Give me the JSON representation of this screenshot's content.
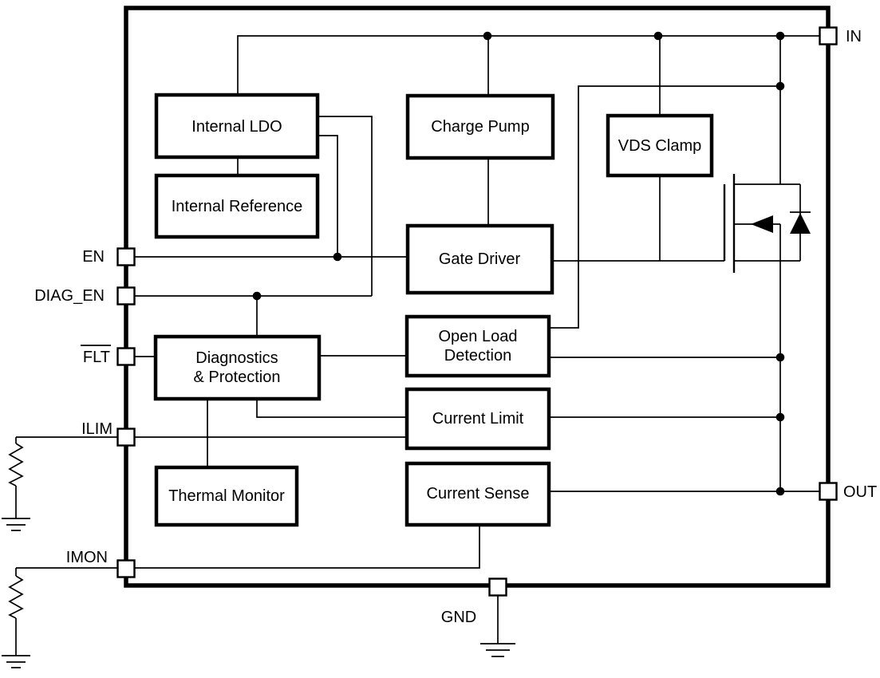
{
  "diagram": {
    "description": "Smart high-side switch functional block diagram",
    "colors": {
      "line": "#000000",
      "background": "#ffffff",
      "text": "#000000"
    },
    "blocks": {
      "internal_ldo": {
        "label": "Internal LDO"
      },
      "internal_reference": {
        "label": "Internal Reference"
      },
      "charge_pump": {
        "label": "Charge Pump"
      },
      "vds_clamp": {
        "label": "VDS Clamp"
      },
      "gate_driver": {
        "label": "Gate Driver"
      },
      "open_load_detection": {
        "line1": "Open Load",
        "line2": "Detection"
      },
      "diagnostics_protection": {
        "line1": "Diagnostics",
        "line2": "& Protection"
      },
      "current_limit": {
        "label": "Current Limit"
      },
      "thermal_monitor": {
        "label": "Thermal Monitor"
      },
      "current_sense": {
        "label": "Current Sense"
      }
    },
    "pins": {
      "in": {
        "label": "IN"
      },
      "out": {
        "label": "OUT"
      },
      "en": {
        "label": "EN"
      },
      "diag_en": {
        "label": "DIAG_EN"
      },
      "flt": {
        "label": "FLT",
        "overline": true
      },
      "ilim": {
        "label": "ILIM"
      },
      "imon": {
        "label": "IMON"
      },
      "gnd": {
        "label": "GND"
      }
    },
    "symbols": {
      "mosfet": "n-channel power MOSFET with body diode",
      "resistors": [
        "ilim-external-resistor-to-gnd",
        "imon-external-resistor-to-gnd"
      ],
      "grounds": [
        "ilim-ground",
        "imon-ground",
        "gnd-ground"
      ]
    }
  }
}
